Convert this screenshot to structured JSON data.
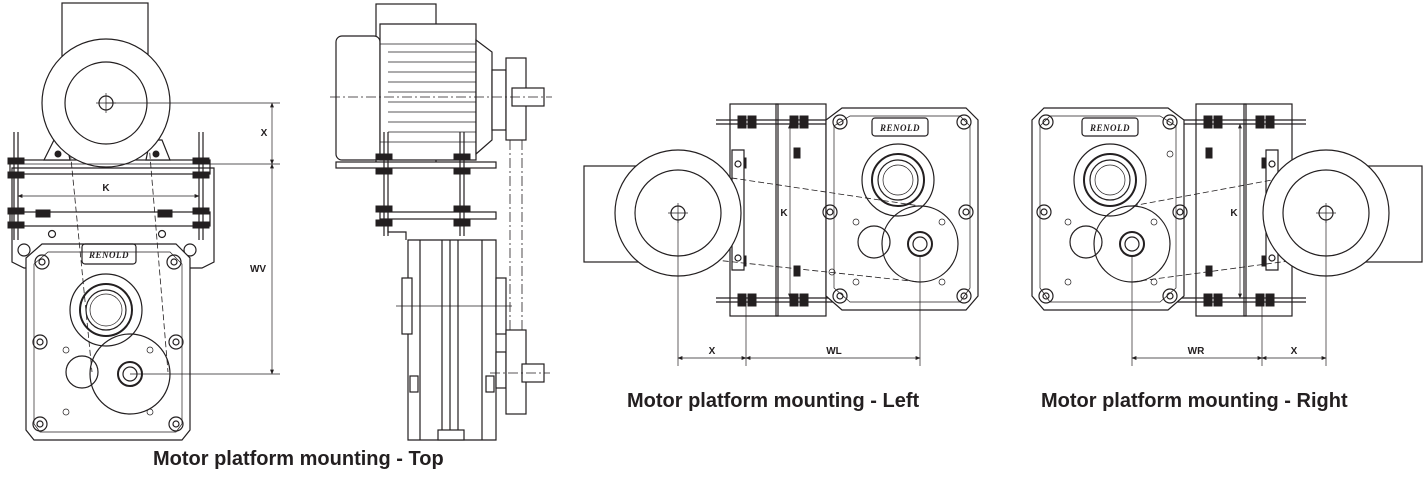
{
  "captions": {
    "top": "Motor platform mounting - Top",
    "left": "Motor platform mounting - Left",
    "right": "Motor platform mounting - Right"
  },
  "brand": "RENOLD",
  "dimensions": {
    "top_x": "X",
    "top_k": "K",
    "top_wv": "WV",
    "left_k": "K",
    "left_x": "X",
    "left_wl": "WL",
    "right_k": "K",
    "right_wr": "WR",
    "right_x": "X"
  }
}
